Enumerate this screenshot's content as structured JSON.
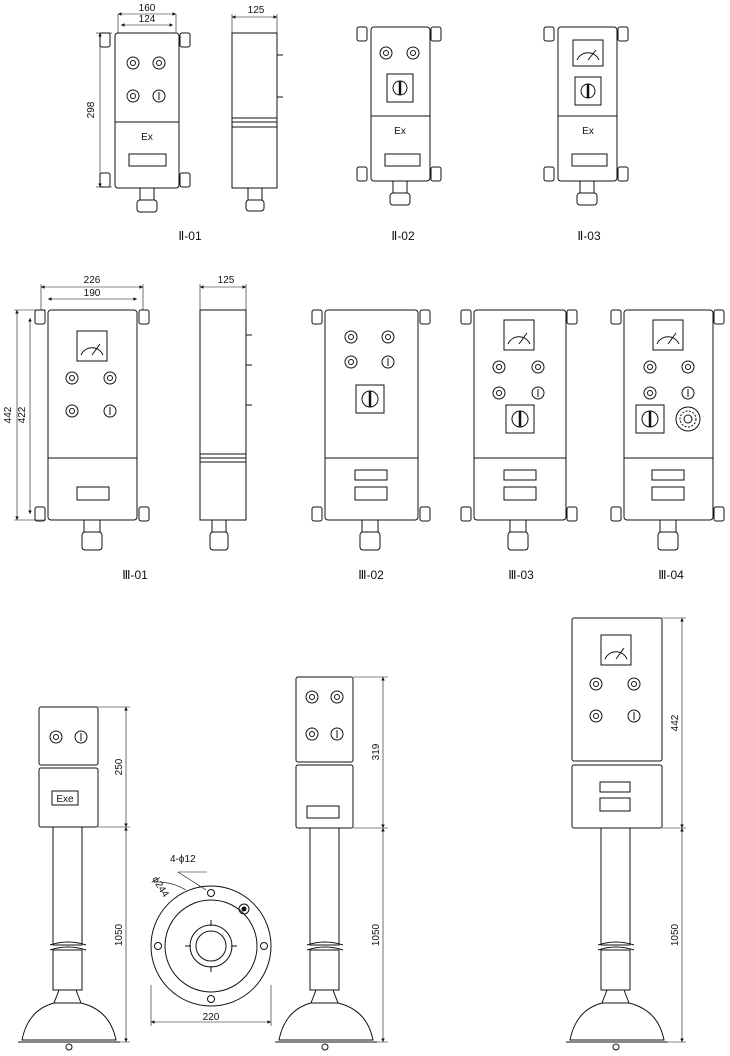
{
  "dimensions": {
    "d160": "160",
    "d124": "124",
    "d298": "298",
    "d125a": "125",
    "d226": "226",
    "d190": "190",
    "d442": "442",
    "d422": "422",
    "d125b": "125",
    "d250": "250",
    "d1050a": "1050",
    "d319": "319",
    "d1050b": "1050",
    "d442b": "442",
    "d1050c": "1050",
    "holes": "4-ϕ12",
    "circle": "ϕ244",
    "d220": "220"
  },
  "captions": {
    "c201": "Ⅱ-01",
    "c202": "Ⅱ-02",
    "c203": "Ⅱ-03",
    "c301": "Ⅲ-01",
    "c302": "Ⅲ-02",
    "c303": "Ⅲ-03",
    "c304": "Ⅲ-04"
  },
  "labels": {
    "ex1": "Ex",
    "ex2": "Ex",
    "ex3": "Ex",
    "exe": "Exe"
  }
}
